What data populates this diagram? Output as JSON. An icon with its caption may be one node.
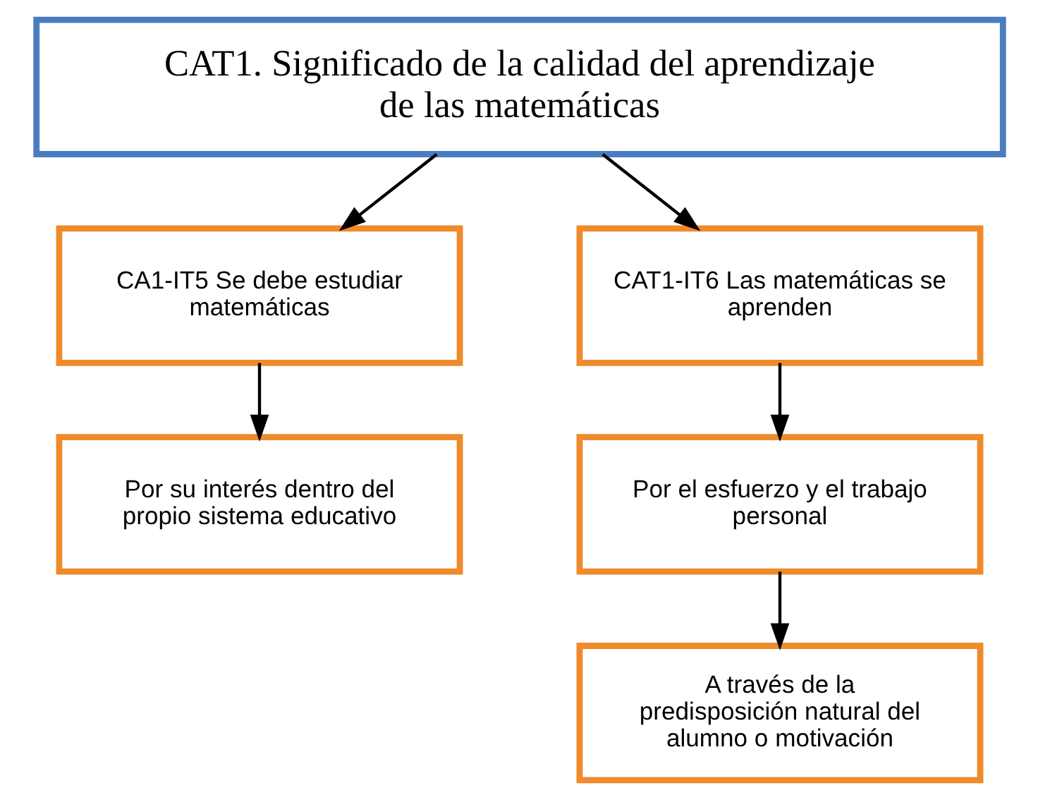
{
  "diagram": {
    "nodes": [
      {
        "text": [
          "CAT1. Significado de la calidad del aprendizaje de las matemáticas"
        ]
      },
      {
        "text": [
          "CA1-IT5 Se debe estudiar matemáticas"
        ]
      },
      {
        "text": [
          "CAT1-IT6 Las matemáticas se aprenden"
        ]
      },
      {
        "text": [
          "Por su interés dentro del propio sistema educativo"
        ]
      },
      {
        "text": [
          "Por el esfuerzo y el trabajo personal"
        ]
      },
      {
        "text": [
          "A través de la predisposición natural del alumno o motivación"
        ]
      }
    ],
    "edges": [
      {
        "from": 0,
        "to": 1,
        "arrow": "to"
      },
      {
        "from": 0,
        "to": 2,
        "arrow": "to"
      },
      {
        "from": 1,
        "to": 3,
        "arrow": "to"
      },
      {
        "from": 2,
        "to": 4,
        "arrow": "to"
      },
      {
        "from": 4,
        "to": 5,
        "arrow": "to"
      }
    ]
  }
}
